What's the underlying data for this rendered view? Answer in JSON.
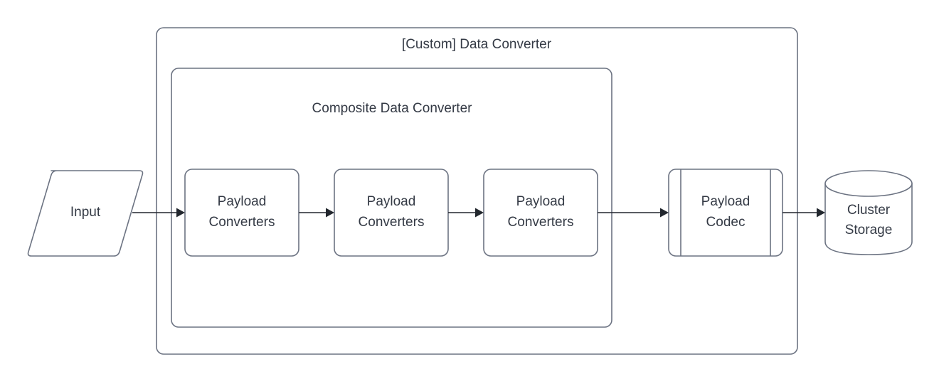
{
  "diagram": {
    "title": "[Custom] Data Converter",
    "type": "flowchart",
    "background_color": "#ffffff",
    "stroke_color": "#6c7382",
    "arrow_color": "#22272e",
    "text_color": "#343a45"
  },
  "containers": [
    {
      "id": "custom-data-converter",
      "label": "[Custom] Data Converter",
      "shape": "rounded-rectangle"
    },
    {
      "id": "composite-data-converter",
      "label": "Composite Data Converter",
      "shape": "rounded-rectangle"
    }
  ],
  "nodes": [
    {
      "id": "input",
      "label": "Input",
      "shape": "parallelogram",
      "lines": [
        "Input"
      ]
    },
    {
      "id": "payload-converters-1",
      "label": "Payload Converters",
      "shape": "rounded-rectangle",
      "lines": [
        "Payload",
        "Converters"
      ]
    },
    {
      "id": "payload-converters-2",
      "label": "Payload Converters",
      "shape": "rounded-rectangle",
      "lines": [
        "Payload",
        "Converters"
      ]
    },
    {
      "id": "payload-converters-3",
      "label": "Payload Converters",
      "shape": "rounded-rectangle",
      "lines": [
        "Payload",
        "Converters"
      ]
    },
    {
      "id": "payload-codec",
      "label": "Payload Codec",
      "shape": "predefined-process",
      "lines": [
        "Payload",
        "Codec"
      ]
    },
    {
      "id": "cluster-storage",
      "label": "Cluster Storage",
      "shape": "cylinder",
      "lines": [
        "Cluster",
        "Storage"
      ]
    }
  ],
  "edges": [
    {
      "id": "edge-input-to-pc1",
      "from": "input",
      "to": "payload-converters-1",
      "arrow": "single"
    },
    {
      "id": "edge-pc1-to-pc2",
      "from": "payload-converters-1",
      "to": "payload-converters-2",
      "arrow": "single"
    },
    {
      "id": "edge-pc2-to-pc3",
      "from": "payload-converters-2",
      "to": "payload-converters-3",
      "arrow": "single"
    },
    {
      "id": "edge-pc3-to-codec",
      "from": "payload-converters-3",
      "to": "payload-codec",
      "arrow": "single"
    },
    {
      "id": "edge-codec-to-storage",
      "from": "payload-codec",
      "to": "cluster-storage",
      "arrow": "single"
    }
  ]
}
